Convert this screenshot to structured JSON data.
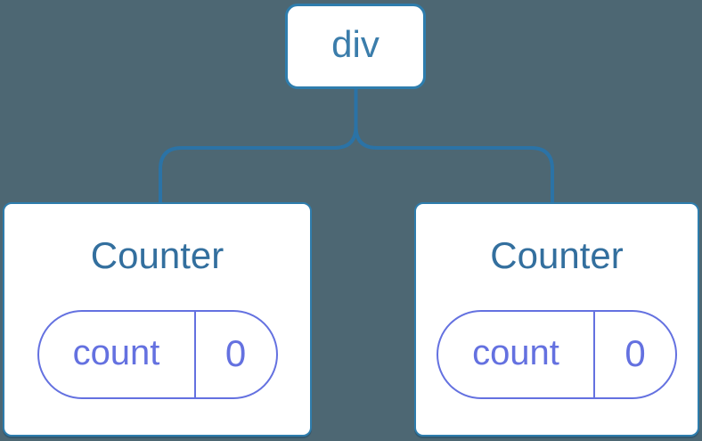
{
  "colors": {
    "background": "#4d6773",
    "card_fill": "#ffffff",
    "card_border": "#2e7dad",
    "connector": "#2b73a6",
    "root_label_text": "#3b7dab",
    "component_title_text": "#336f9e",
    "state_accent": "#6471e0"
  },
  "diagram": {
    "type": "component-tree",
    "root": {
      "label": "div"
    },
    "children": [
      {
        "title": "Counter",
        "state": {
          "name": "count",
          "value": "0"
        }
      },
      {
        "title": "Counter",
        "state": {
          "name": "count",
          "value": "0"
        }
      }
    ]
  }
}
